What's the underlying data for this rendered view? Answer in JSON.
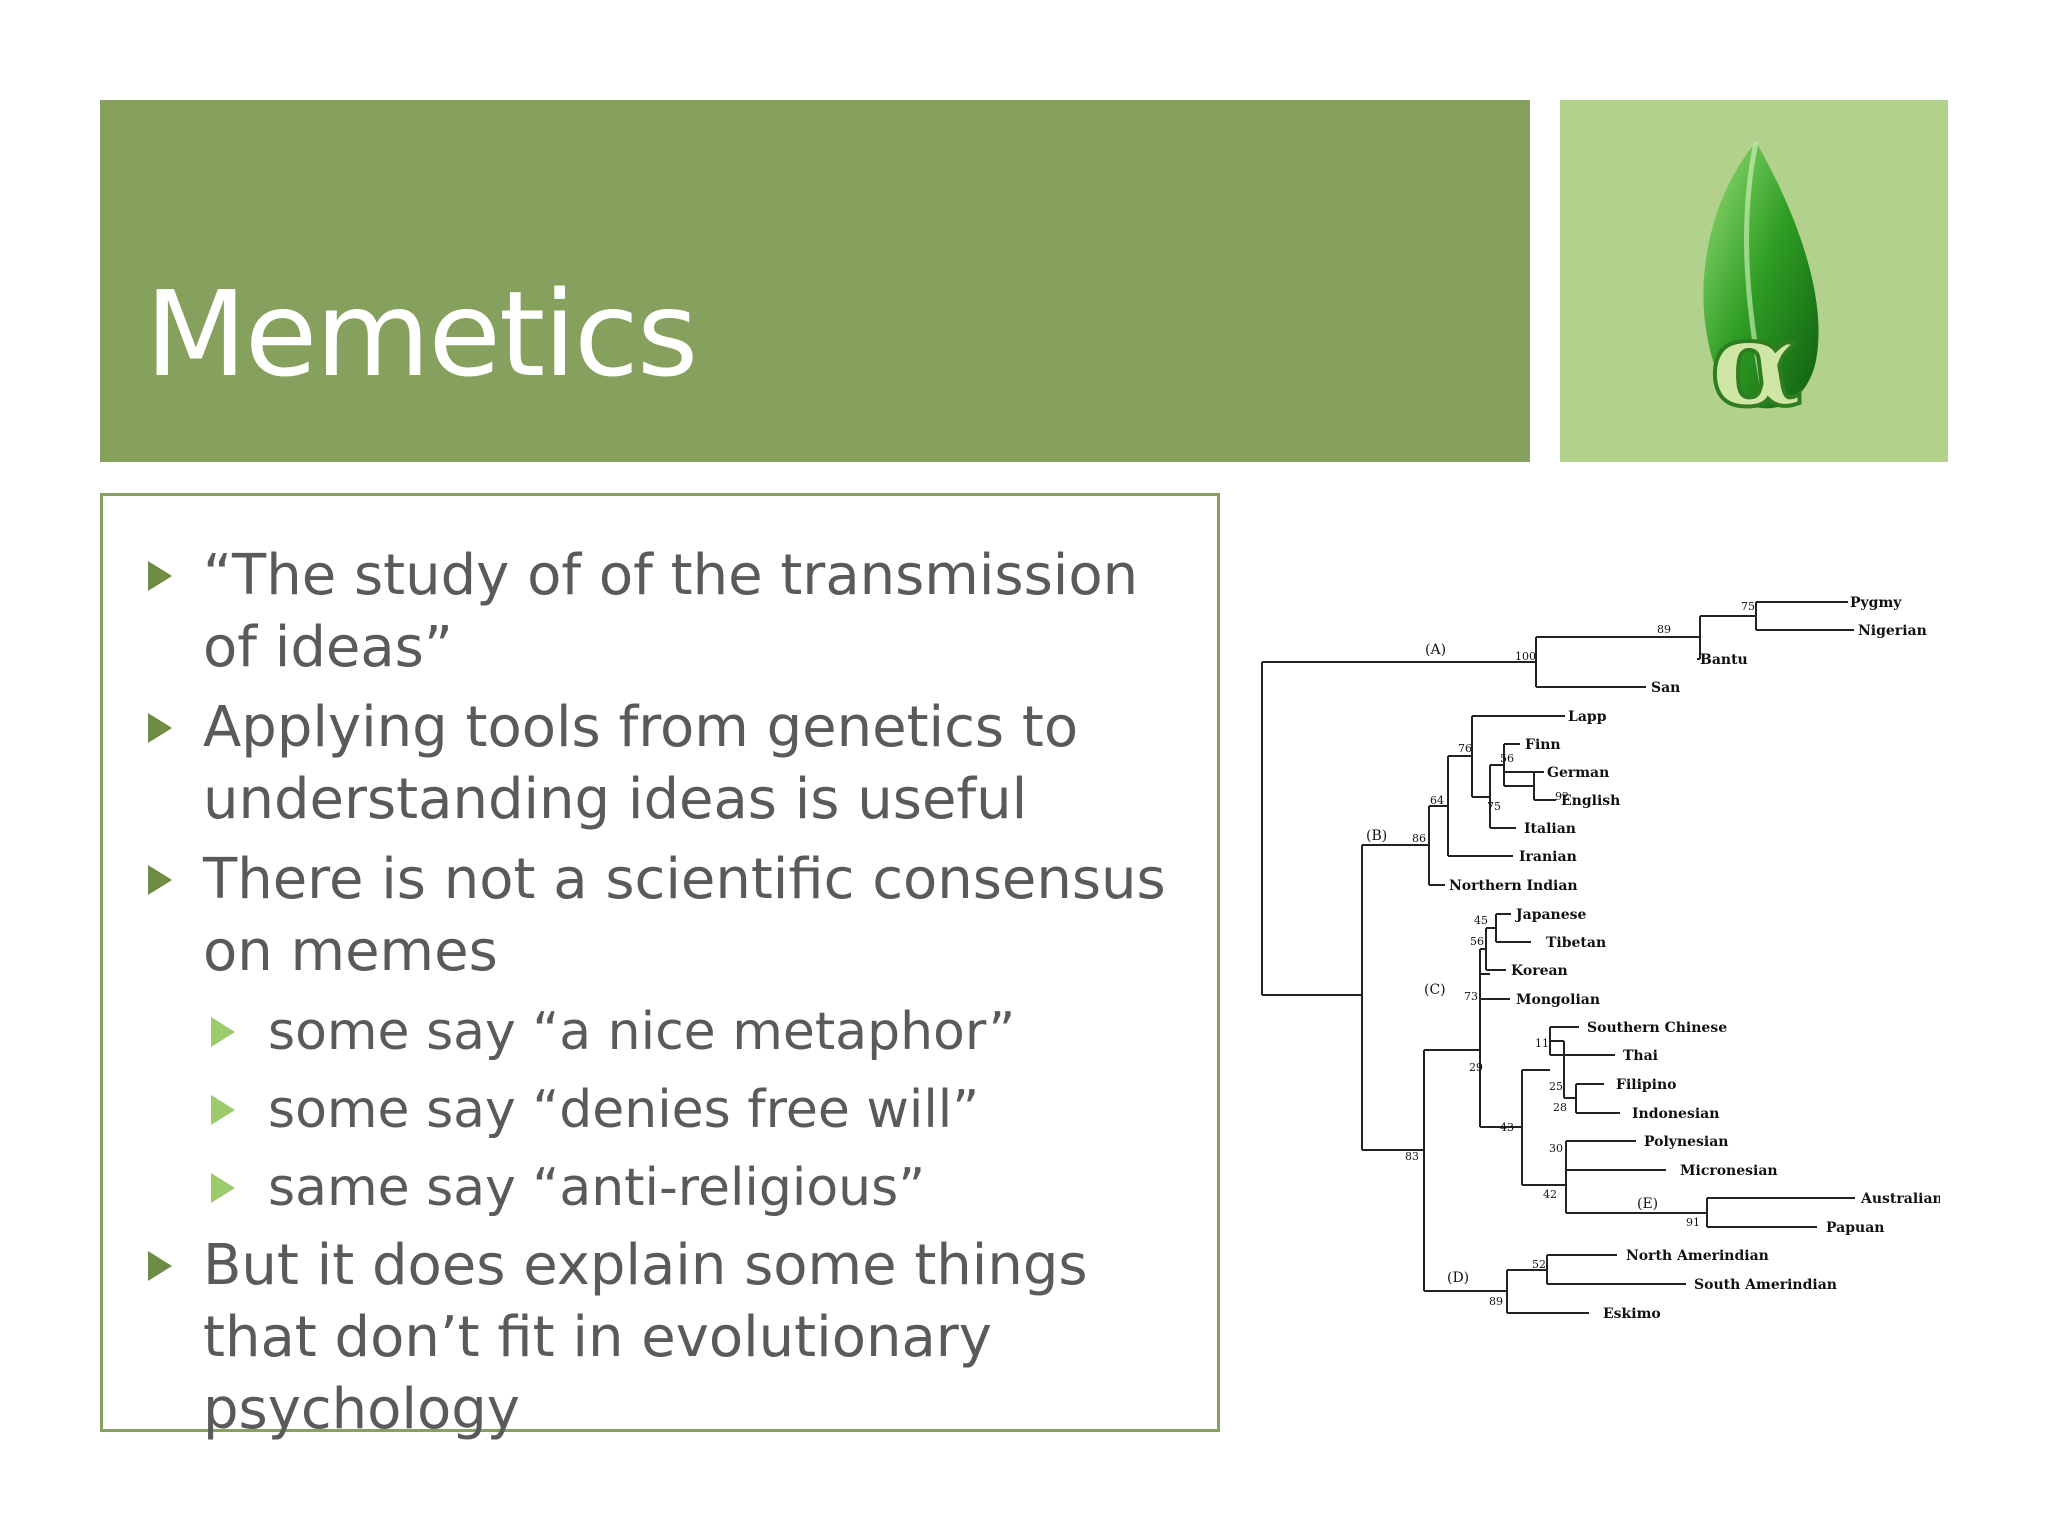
{
  "slide": {
    "title": "Memetics",
    "bullets": [
      "“The study of of the transmission of ideas”",
      "Applying tools from genetics to understanding ideas is useful",
      "There is not a scientific consensus on memes"
    ],
    "sub_bullets": [
      "some say “a nice metaphor”",
      "some say “denies free will”",
      "same say “anti-religious”"
    ],
    "last_bullet": "But it does explain some things that don’t fit in evolutionary psychology"
  },
  "logo": {
    "glyph": "α",
    "icon": "green-leaf-alpha-logo"
  },
  "tree": {
    "leaves": [
      "Pygmy",
      "Nigerian",
      "Bantu",
      "San",
      "Lapp",
      "Finn",
      "German",
      "English",
      "Italian",
      "Iranian",
      "Northern Indian",
      "Japanese",
      "Tibetan",
      "Korean",
      "Mongolian",
      "Southern Chinese",
      "Thai",
      "Filipino",
      "Indonesian",
      "Polynesian",
      "Micronesian",
      "Australian",
      "Papuan",
      "North Amerindian",
      "South Amerindian",
      "Eskimo"
    ],
    "groups": [
      "(A)",
      "(B)",
      "(C)",
      "(D)",
      "(E)"
    ],
    "support": [
      "75",
      "89",
      "100",
      "76",
      "56",
      "92",
      "75",
      "64",
      "86",
      "45",
      "56",
      "73",
      "11",
      "25",
      "28",
      "29",
      "43",
      "30",
      "42",
      "91",
      "83",
      "52",
      "89"
    ]
  },
  "colors": {
    "title_bar": "#86a05e",
    "logo_bg": "#b1d18c",
    "bullet": "#6e8c45",
    "sub_bullet": "#9ccb6c",
    "text": "#5a5a5a"
  }
}
